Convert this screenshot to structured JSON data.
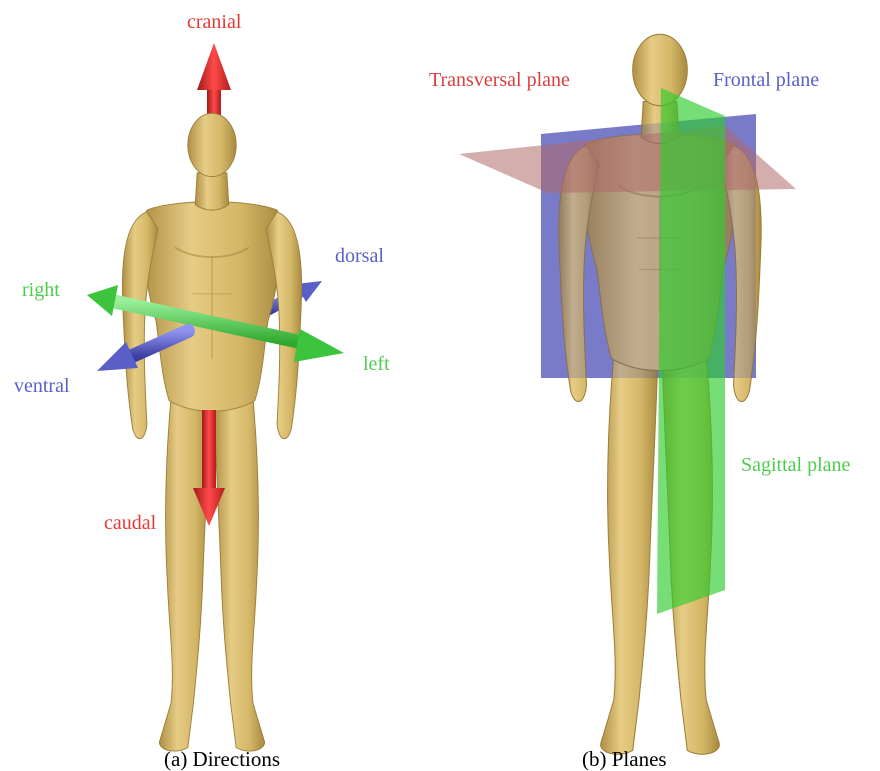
{
  "colors": {
    "red": "#e53935",
    "green": "#4ccd4c",
    "blue": "#5a5fc8",
    "skin": "#d9be72",
    "skin_shadow": "#b79a4f",
    "frontal_plane": "#3d3fb0",
    "transversal_plane": "#b06a6a",
    "sagittal_plane": "#2ecc2e"
  },
  "left_panel": {
    "labels": {
      "cranial": "cranial",
      "caudal": "caudal",
      "right": "right",
      "left": "left",
      "dorsal": "dorsal",
      "ventral": "ventral"
    },
    "caption": "(a) Directions"
  },
  "right_panel": {
    "labels": {
      "transversal": "Transversal plane",
      "frontal": "Frontal plane",
      "sagittal": "Sagittal plane"
    },
    "caption": "(b) Planes"
  }
}
